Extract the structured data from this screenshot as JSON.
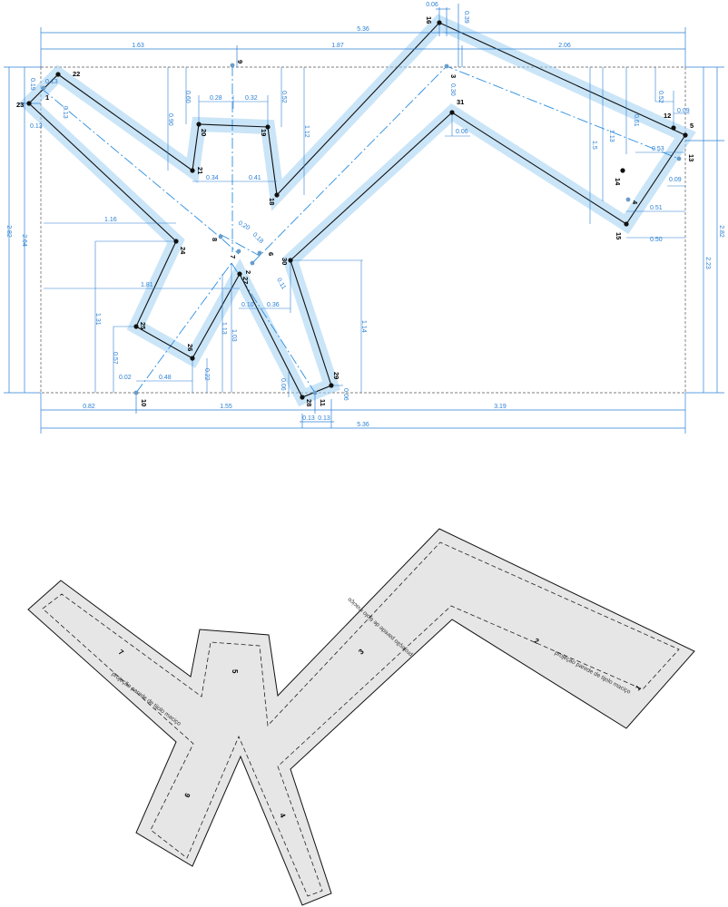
{
  "top_dimensions": {
    "total_width": "5.36",
    "segment_a": "1.63",
    "segment_b": "1.87",
    "segment_c": "2.06",
    "top_notch_w": "0.06",
    "top_notch_h": "0.39"
  },
  "bottom_dimensions": {
    "total_width": "5.36",
    "segment_a": "0.82",
    "segment_b": "1.55",
    "segment_c": "3.19",
    "foot_a": "0.13",
    "foot_b": "0.13"
  },
  "side_dimensions": {
    "left_outer": "2.82",
    "left_inner": "2.64",
    "right_outer": "2.82",
    "right_inner": "2.23"
  },
  "inner_dimensions": [
    "0.19",
    "0.13",
    "0.13",
    "0.13",
    "0.90",
    "0.60",
    "0.28",
    "0.32",
    "0.52",
    "1.12",
    "0.34",
    "0.41",
    "1.16",
    "0.20",
    "0.18",
    "0.11",
    "1.81",
    "1.31",
    "0.10",
    "0.36",
    "1.13",
    "1.03",
    "1.14",
    "0.57",
    "0.02",
    "0.48",
    "0.22",
    "0.06",
    "0.06",
    "0.30",
    "0.06",
    "0.52",
    "0.09",
    "0.61",
    "1.13",
    "1.5",
    "0.53",
    "0.09",
    "0.51",
    "0.50"
  ],
  "points": [
    "1",
    "2",
    "3",
    "4",
    "5",
    "6",
    "7",
    "8",
    "9",
    "10",
    "11",
    "12",
    "13",
    "14",
    "15",
    "16",
    "18",
    "19",
    "20",
    "21",
    "22",
    "23",
    "24",
    "25",
    "26",
    "27",
    "28",
    "29",
    "30",
    "31"
  ],
  "zones": [
    "1",
    "2",
    "3",
    "4",
    "5",
    "6",
    "7"
  ],
  "wall_note": "projeção parede de tijolo maciço"
}
